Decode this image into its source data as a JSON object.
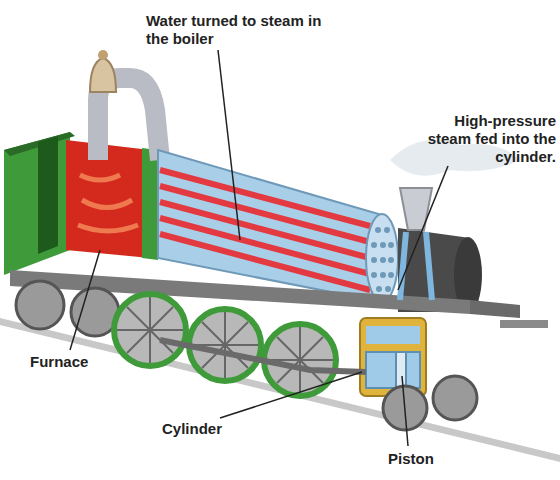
{
  "diagram": {
    "labels": [
      "Water turned to steam in the boiler",
      "High-pressure steam fed into the cylinder.",
      "Furnace",
      "Cylinder",
      "Piston"
    ]
  }
}
